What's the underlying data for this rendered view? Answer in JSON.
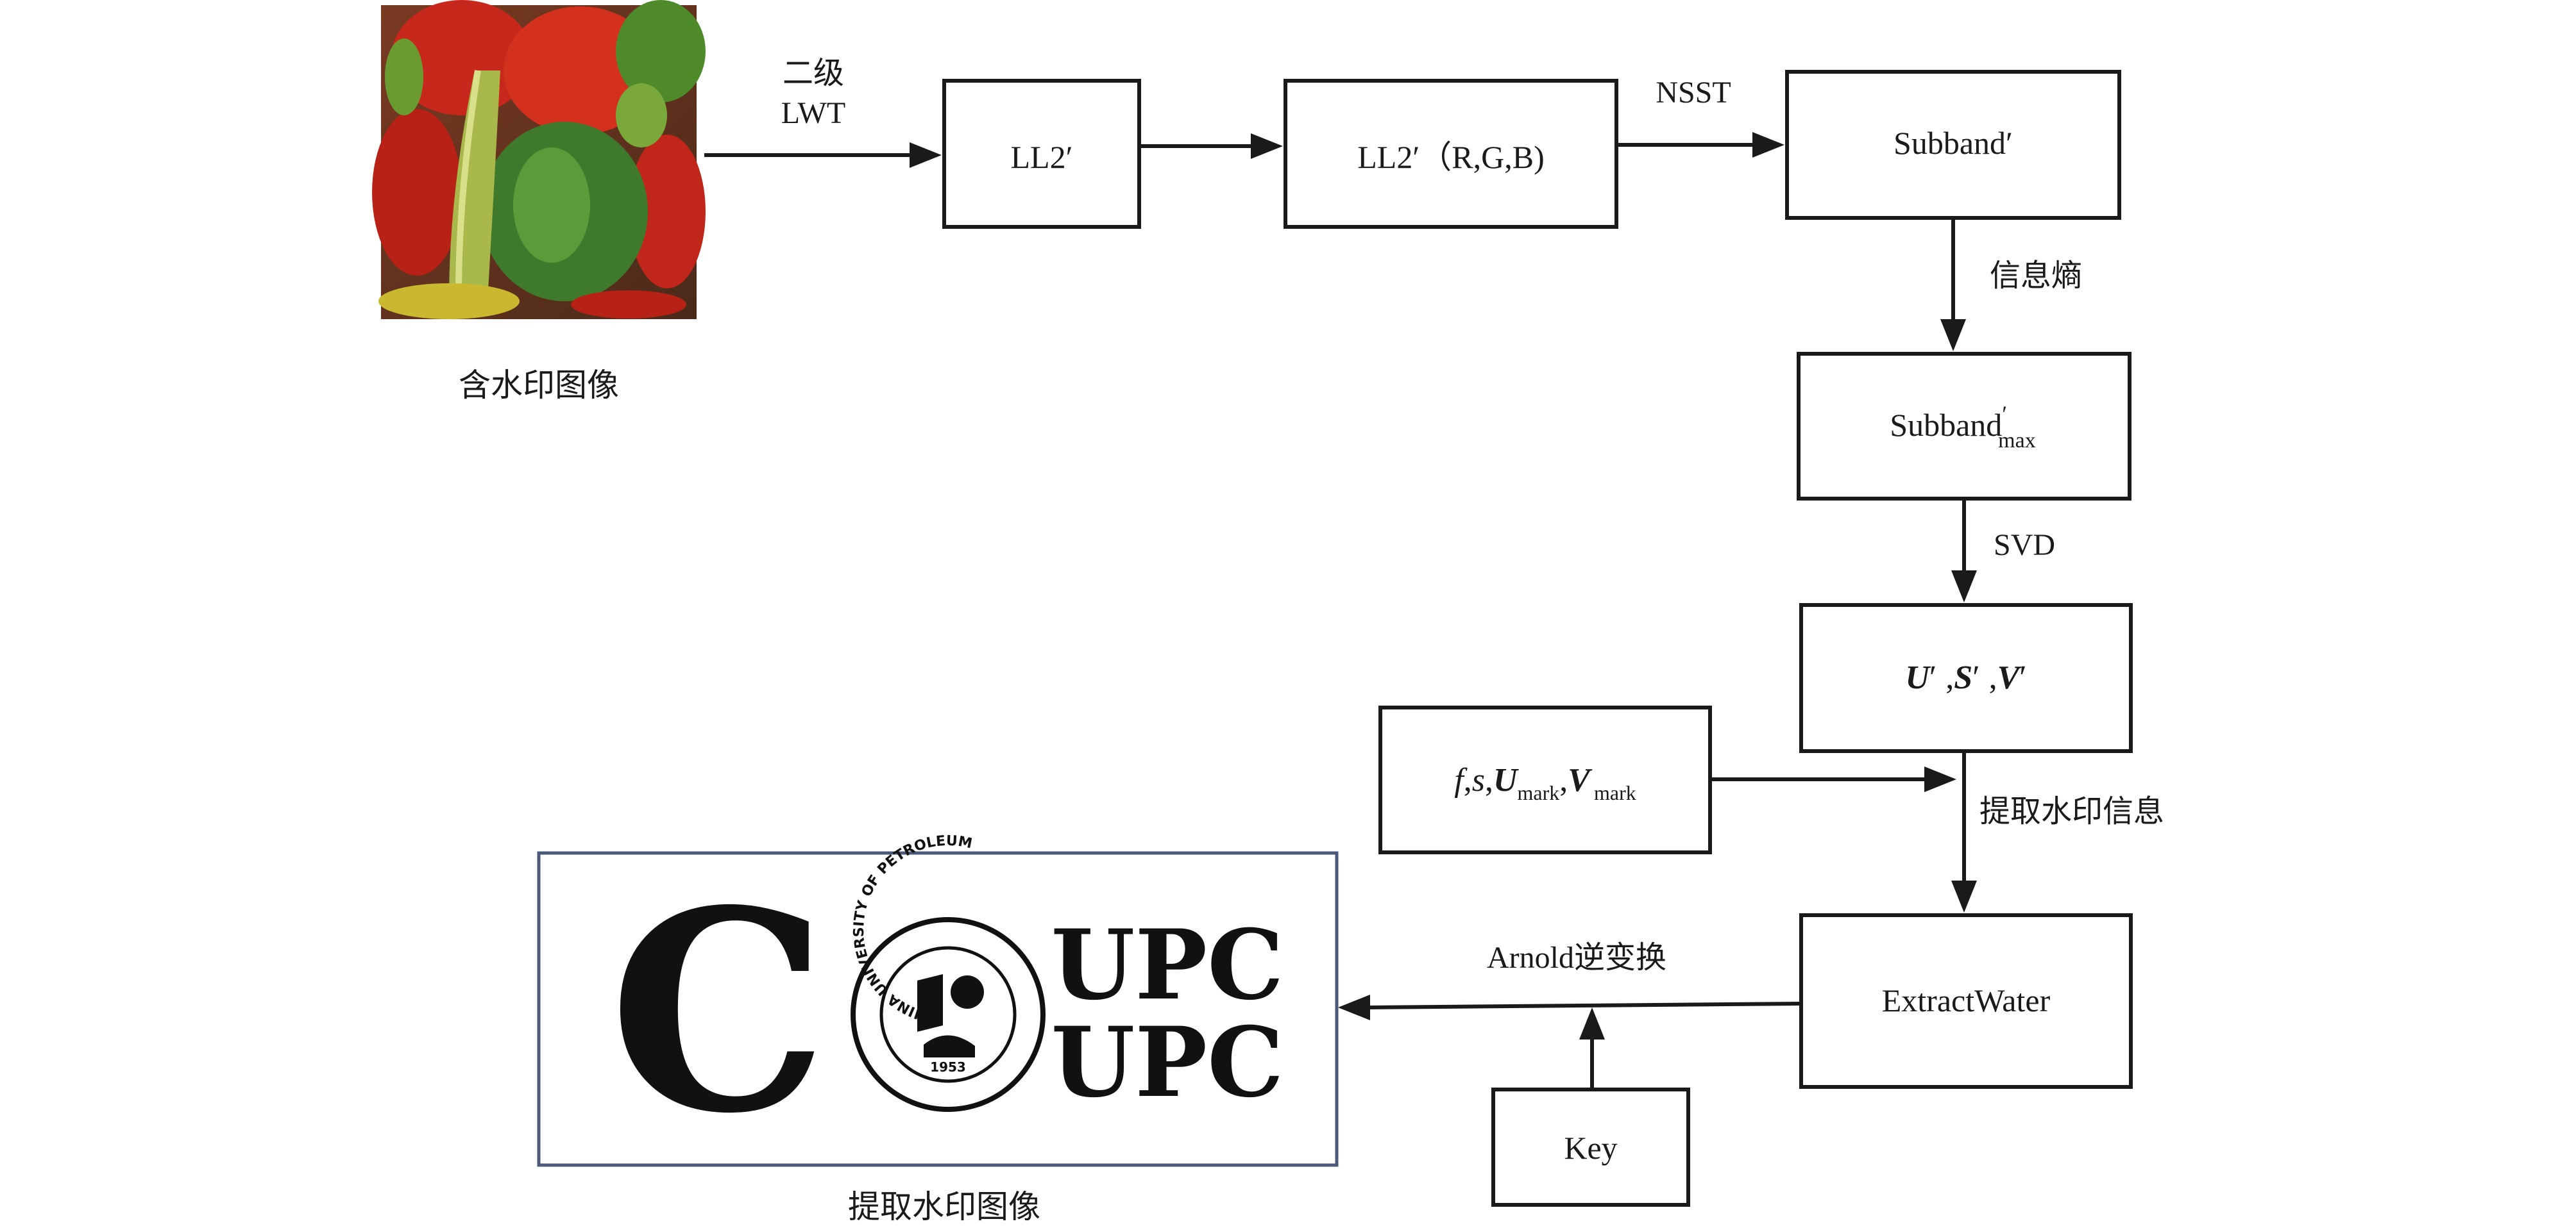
{
  "nodes": {
    "input_image_caption": "含水印图像",
    "ll2": "LL2′",
    "ll2_rgb": "LL2′（R,G,B)",
    "subband": "Subband′",
    "subband_max": {
      "base": "Subband",
      "sup": "′",
      "sub": "max"
    },
    "usv": {
      "u": "U",
      "s": "S",
      "v": "V",
      "prime": "′",
      "sep": ","
    },
    "params": {
      "f": "f",
      "s": "s",
      "u": "U",
      "v": "V",
      "sub": "mark",
      "sep": ","
    },
    "extract": "ExtractWater",
    "key": "Key",
    "output_caption": "提取水印图像"
  },
  "edges": {
    "lwt_line1": "二级",
    "lwt_line2": "LWT",
    "nsst": "NSST",
    "entropy": "信息熵",
    "svd": "SVD",
    "extract_info": "提取水印信息",
    "arnold": "Arnold逆变换"
  },
  "watermark": {
    "letter": "C",
    "seal_ring": "CHINA UNIVERSITY OF PETROLEUM",
    "seal_year": "1953",
    "text_line1": "UPC",
    "text_line2": "UPC"
  }
}
